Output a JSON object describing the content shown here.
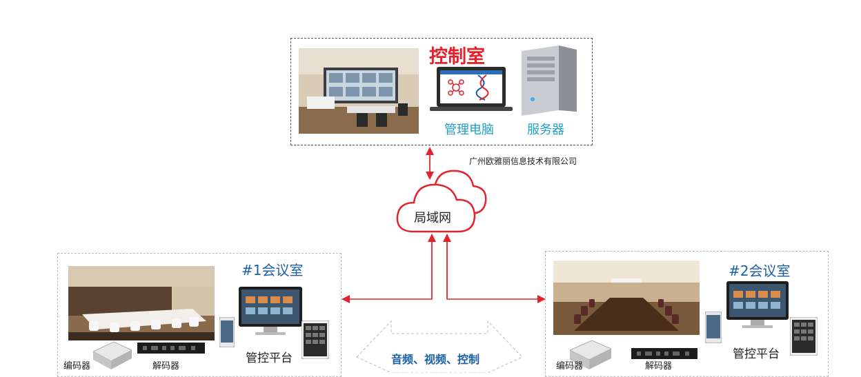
{
  "control_room": {
    "title": "控制室",
    "computer_label": "管理电脑",
    "server_label": "服务器"
  },
  "company": "广州欧雅丽信息技术有限公司",
  "network": {
    "label": "局域网"
  },
  "room1": {
    "title": "#1会议室",
    "platform_label": "管控平台",
    "encoder_label": "编码器",
    "decoder_label": "解码器"
  },
  "room2": {
    "title": "#2会议室",
    "platform_label": "管控平台",
    "encoder_label": "编码器",
    "decoder_label": "解码器"
  },
  "signal": {
    "label": "音频、视频、控制"
  },
  "colors": {
    "accent_red": "#e5212b",
    "title_blue": "#1b5fa8",
    "label_cyan": "#1ea0c8"
  }
}
